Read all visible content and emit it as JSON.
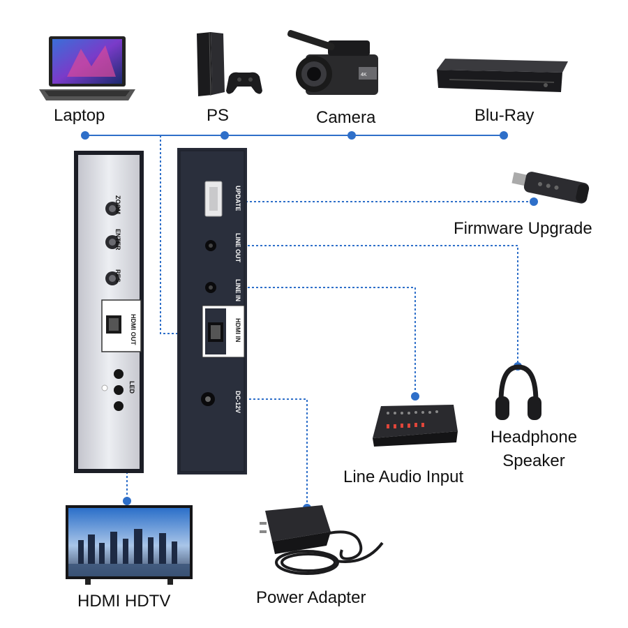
{
  "sources": [
    {
      "id": "laptop",
      "label": "Laptop"
    },
    {
      "id": "ps",
      "label": "PS"
    },
    {
      "id": "camera",
      "label": "Camera"
    },
    {
      "id": "bluray",
      "label": "Blu-Ray"
    }
  ],
  "front_panel": {
    "buttons": [
      "ZOOM",
      "ENTER",
      "RES."
    ],
    "hdmi_out": "HDMI OUT",
    "led": "LED"
  },
  "back_panel": {
    "ports": [
      "UPDATE",
      "LINE OUT",
      "LINE IN",
      "HDMI IN",
      "DC-12V"
    ]
  },
  "peripherals": {
    "firmware": "Firmware Upgrade",
    "headphone_line1": "Headphone",
    "headphone_line2": "Speaker",
    "line_audio": "Line Audio Input",
    "hdtv": "HDMI  HDTV",
    "power": "Power Adapter"
  },
  "colors": {
    "accent": "#2e6fc9",
    "wire": "#2e6fc9",
    "front_panel": "#dcdde3",
    "back_panel": "#262a36"
  }
}
